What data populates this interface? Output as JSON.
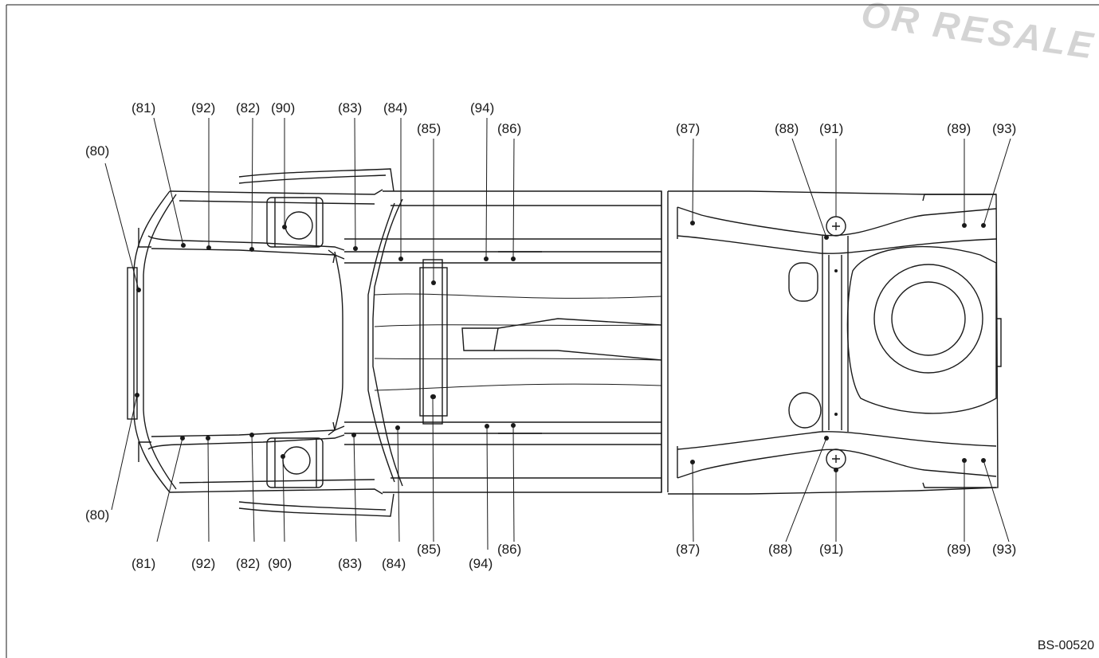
{
  "watermark": "OR RESALE",
  "figure_id": "BS-00520",
  "labels": {
    "l80_top": "(80)",
    "l80_bot": "(80)",
    "l81_top": "(81)",
    "l81_bot": "(81)",
    "l92_top": "(92)",
    "l92_bot": "(92)",
    "l82_top": "(82)",
    "l82_bot": "(82)",
    "l90_top": "(90)",
    "l90_bot": "(90)",
    "l83_top": "(83)",
    "l83_bot": "(83)",
    "l84_top": "(84)",
    "l84_bot": "(84)",
    "l85_top": "(85)",
    "l85_bot": "(85)",
    "l94_top": "(94)",
    "l94_bot": "(94)",
    "l86_top": "(86)",
    "l86_bot": "(86)",
    "l87_top": "(87)",
    "l87_bot": "(87)",
    "l88_top": "(88)",
    "l88_bot": "(88)",
    "l91_top": "(91)",
    "l91_bot": "(91)",
    "l89_top": "(89)",
    "l89_bot": "(89)",
    "l93_top": "(93)",
    "l93_bot": "(93)"
  },
  "colors": {
    "line": "#1a1a1a",
    "watermark": "#d4d4d4",
    "background": "#ffffff"
  }
}
